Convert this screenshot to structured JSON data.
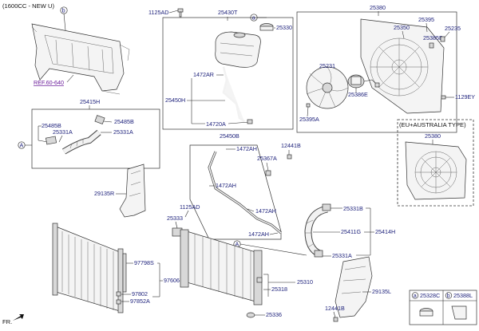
{
  "header": {
    "model": "(1600CC - NEW U)"
  },
  "ref_label": "REF.60-640",
  "fr_label": "FR.",
  "variant_title": "(EU+AUSTRALIA TYPE)",
  "circle_tags": {
    "a": "a",
    "b": "b",
    "A": "A"
  },
  "legend": {
    "a_code": "25328C",
    "b_code": "25388L"
  },
  "labels": {
    "c1125AD_top": "1125AD",
    "c25430T": "25430T",
    "c25330": "25330",
    "c1472AR": "1472AR",
    "c25450H": "25450H",
    "c14720A": "14720A",
    "c25380": "25380",
    "c25395": "25395",
    "c25350": "25350",
    "c25385B": "25385B",
    "c25235": "25235",
    "c25231": "25231",
    "c25386E": "25386E",
    "c1129EY": "1129EY",
    "c25395A": "25395A",
    "c25380_eu": "25380",
    "c25415H": "25415H",
    "c25485B_l": "25485B",
    "c25331A_l": "25331A",
    "c25485B_r": "25485B",
    "c25331A_r": "25331A",
    "c29135R": "29135R",
    "c25450B": "25450B",
    "c1472AH_a": "1472AH",
    "c1472AH_b": "1472AH",
    "c1472AH_c": "1472AH",
    "c1472AH_d": "1472AH",
    "c12441B_top": "12441B",
    "c25367A": "25367A",
    "c25331B": "25331B",
    "c25411G": "25411G",
    "c25414H": "25414H",
    "c25331A_mid": "25331A",
    "c1125AD_mid": "1125AD",
    "c25333": "25333",
    "c97798S": "97798S",
    "c97606": "97606",
    "c97802": "97802",
    "c97852A": "97852A",
    "c25310": "25310",
    "c25318": "25318",
    "c25336": "25336",
    "c29135L": "29135L",
    "c12441B_bot": "12441B"
  }
}
